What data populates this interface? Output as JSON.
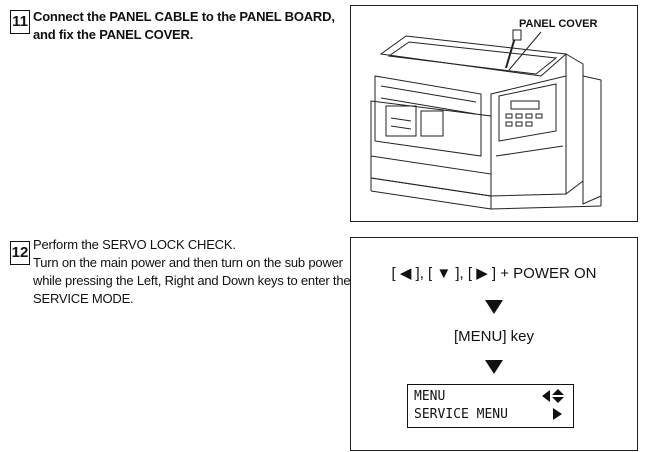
{
  "step11": {
    "number": "11",
    "lines": [
      "Connect the PANEL CABLE to the PANEL BOARD,",
      "and fix the PANEL COVER."
    ]
  },
  "figure11": {
    "callout": "PANEL COVER"
  },
  "step12": {
    "number": "12",
    "lines": [
      "Perform the SERVO LOCK CHECK.",
      "Turn on the main power and then turn on the sub power",
      "while pressing the Left, Right and Down keys to enter the",
      "SERVICE MODE."
    ]
  },
  "figure12": {
    "key_sequence": "[ ◀ ], [ ▼ ], [ ▶ ] + POWER ON",
    "arrow_icon": "down-triangle",
    "menu_key": "[MENU] key",
    "lcd": {
      "line1": "MENU",
      "line2": "SERVICE MENU",
      "line1_icon": "left-updown-arrows",
      "line2_icon": "right-arrow"
    }
  }
}
